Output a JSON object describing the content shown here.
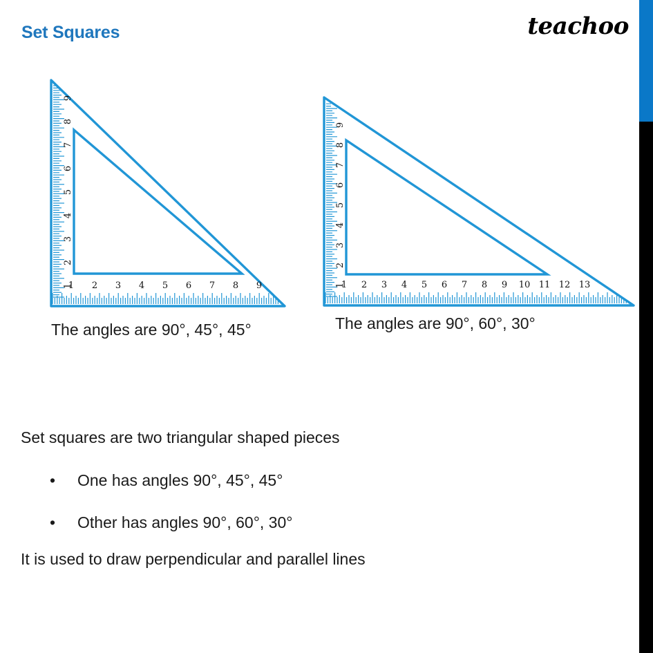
{
  "header": {
    "title": "Set Squares",
    "brand": "teachoo"
  },
  "decor": {
    "accent_blue": "#0a78c8",
    "accent_black": "#000000",
    "title_blue": "#1f77bd",
    "instrument_blue": "#2196d6"
  },
  "figures": [
    {
      "id": "set-square-45",
      "name": "45-45-90 set square",
      "caption": "The angles are 90°, 45°, 45°",
      "angles": [
        "90°",
        "45°",
        "45°"
      ],
      "horizontal_scale_labels": [
        "1",
        "2",
        "3",
        "4",
        "5",
        "6",
        "7",
        "8",
        "9"
      ],
      "vertical_scale_labels": [
        "1",
        "2",
        "3",
        "4",
        "5",
        "6",
        "7",
        "8",
        "9"
      ]
    },
    {
      "id": "set-square-30",
      "name": "30-60-90 set square",
      "caption": "The angles are 90°, 60°, 30°",
      "angles": [
        "90°",
        "60°",
        "30°"
      ],
      "horizontal_scale_labels": [
        "1",
        "2",
        "3",
        "4",
        "5",
        "6",
        "7",
        "8",
        "9",
        "10",
        "11",
        "12",
        "13"
      ],
      "vertical_scale_labels": [
        "1",
        "2",
        "3",
        "4",
        "5",
        "6",
        "7",
        "8",
        "9"
      ]
    }
  ],
  "body": {
    "intro": "Set squares are two triangular shaped pieces",
    "bullet_marker": "•",
    "bullets": [
      "One has angles 90°, 45°, 45°",
      "Other has angles 90°, 60°, 30°"
    ],
    "outro": "It is used to draw perpendicular and parallel lines"
  }
}
